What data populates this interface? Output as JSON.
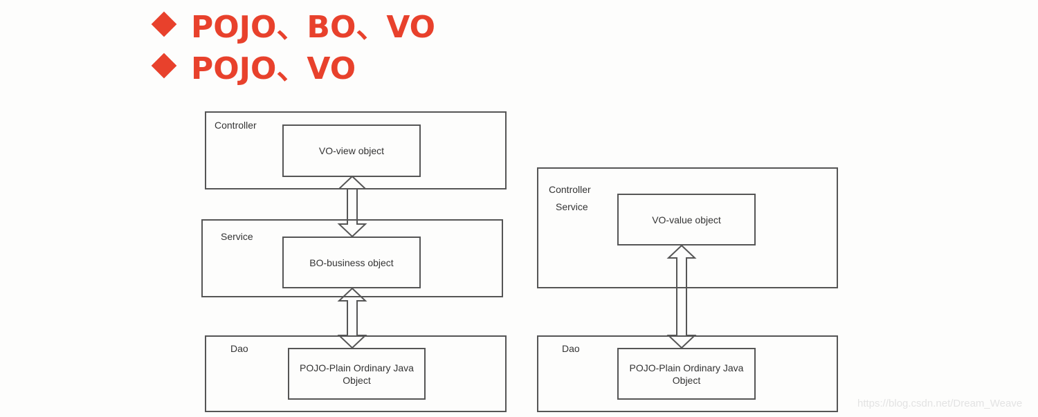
{
  "headings": [
    {
      "text": "POJO、BO、VO"
    },
    {
      "text": "POJO、VO"
    }
  ],
  "colors": {
    "accent": "#e8412c",
    "line": "#555555",
    "text": "#333333",
    "background": "#fdfdfc"
  },
  "left_diagram": {
    "layers": [
      {
        "label": "Controller",
        "object": "VO-view object"
      },
      {
        "label": "Service",
        "object": "BO-business object"
      },
      {
        "label": "Dao",
        "object": "POJO-Plain Ordinary Java Object"
      }
    ],
    "arrows": [
      {
        "from": "VO-view object",
        "to": "BO-business object",
        "type": "bidirectional"
      },
      {
        "from": "BO-business object",
        "to": "POJO-Plain Ordinary Java Object",
        "type": "bidirectional"
      }
    ]
  },
  "right_diagram": {
    "layers": [
      {
        "label_line1": "Controller",
        "label_line2": "Service",
        "object": "VO-value object"
      },
      {
        "label": "Dao",
        "object": "POJO-Plain Ordinary Java Object"
      }
    ],
    "arrows": [
      {
        "from": "VO-value object",
        "to": "POJO-Plain Ordinary Java Object",
        "type": "bidirectional"
      }
    ]
  },
  "watermark": "https://blog.csdn.net/Dream_Weave"
}
